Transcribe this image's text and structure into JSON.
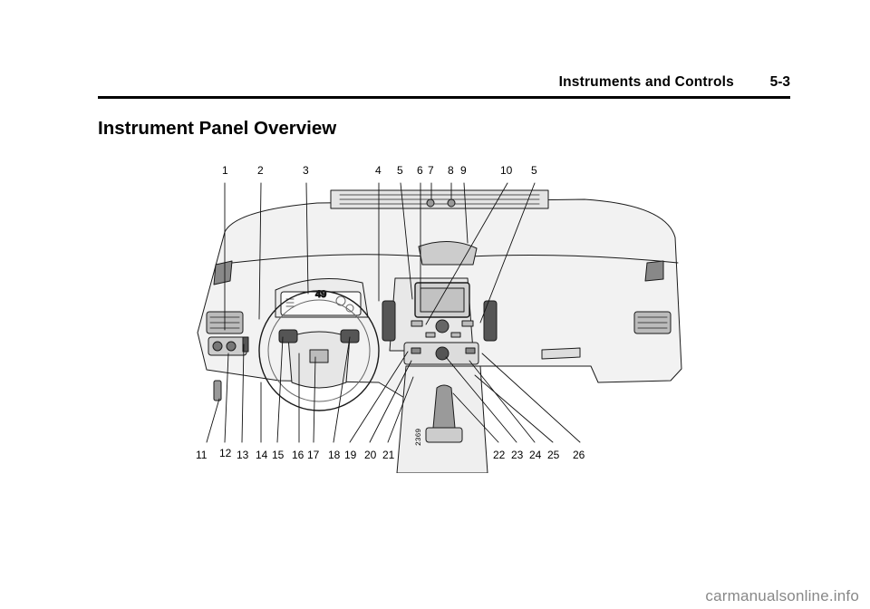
{
  "header": {
    "section": "Instruments and Controls",
    "page_number": "5-3"
  },
  "page_title": "Instrument Panel Overview",
  "figure": {
    "callouts_top": [
      "1",
      "2",
      "3",
      "4",
      "5",
      "6",
      "7",
      "8",
      "9",
      "10",
      "5"
    ],
    "callouts_bottom": [
      "11",
      "12",
      "13",
      "14",
      "15",
      "16",
      "17",
      "18",
      "19",
      "20",
      "21",
      "22",
      "23",
      "24",
      "25",
      "26"
    ],
    "cluster_reading": "49",
    "figure_code": "2369"
  },
  "watermark": "carmanualsonline.info"
}
